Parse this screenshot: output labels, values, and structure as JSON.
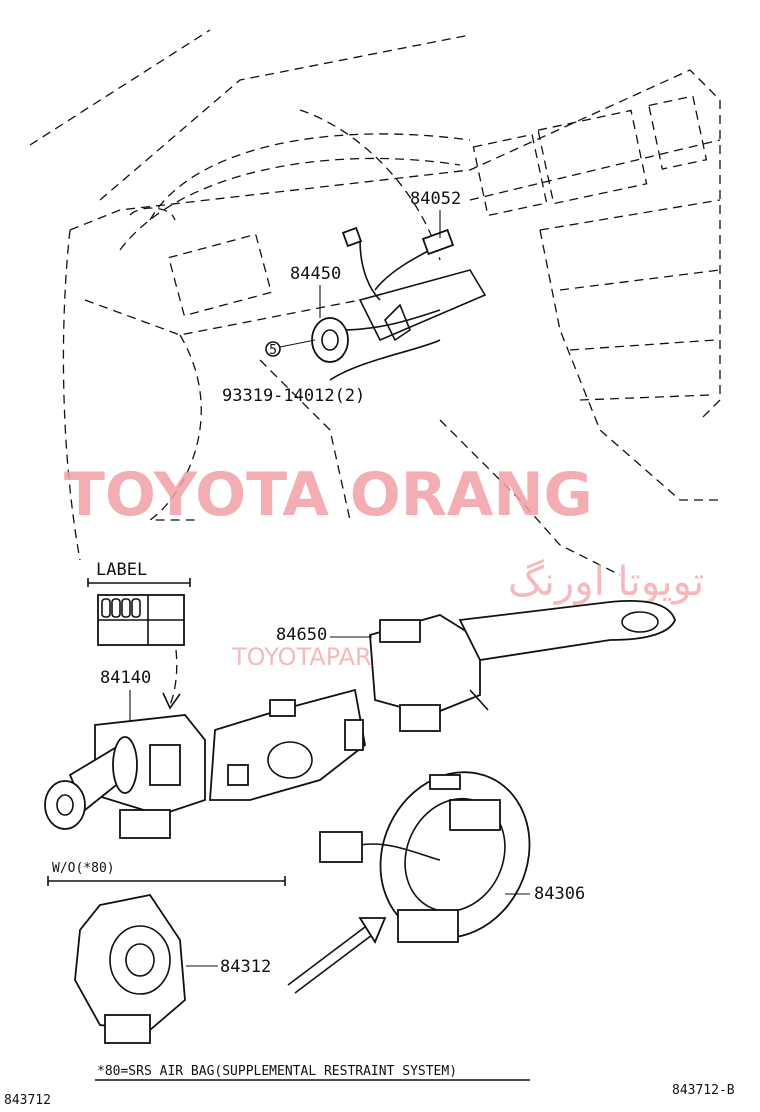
{
  "parts": {
    "p84052": "84052",
    "p84450": "84450",
    "p93319": "93319-14012(2)",
    "circled_ref": "5",
    "p84140": "84140",
    "p84650": "84650",
    "p84306": "84306",
    "p84312": "84312"
  },
  "label_box": {
    "title": "LABEL"
  },
  "variant": {
    "title": "W/O(*80)"
  },
  "footnote": "*80=SRS AIR BAG(SUPPLEMENTAL RESTRAINT SYSTEM)",
  "code_left": "843712",
  "code_right": "843712-B",
  "watermark": {
    "latin": "TOYOTA ORANG",
    "persian": "تویوتا اورنگ",
    "url": "TOYOTAPART.IR"
  }
}
